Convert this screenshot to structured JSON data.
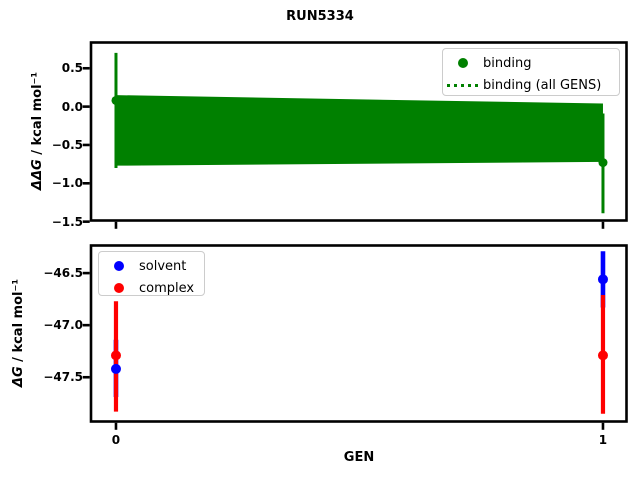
{
  "figure": {
    "title": "RUN5334",
    "background": "#ffffff",
    "text_color": "#000000"
  },
  "chart_data": [
    {
      "type": "errorbar",
      "name": "binding-plot",
      "ylabel_math": "ΔΔG",
      "ylabel_units": " / kcal mol⁻¹",
      "xlabel": "",
      "xlim": [
        -0.0513,
        1.0483
      ],
      "ylim": [
        -1.485,
        0.836
      ],
      "grid": false,
      "xticks": [
        {
          "v": 0,
          "label": ""
        },
        {
          "v": 1,
          "label": ""
        }
      ],
      "yticks": [
        {
          "v": 0.5,
          "label": "0.5"
        },
        {
          "v": 0.0,
          "label": "0.0"
        },
        {
          "v": -0.5,
          "label": "−0.5"
        },
        {
          "v": -1.0,
          "label": "−1.0"
        },
        {
          "v": -1.5,
          "label": "−1.5"
        }
      ],
      "band": {
        "label": "binding (all GENS)",
        "color": "#008000",
        "x": [
          0,
          1
        ],
        "upper": [
          0.15,
          0.04
        ],
        "lower": [
          -0.77,
          -0.72
        ]
      },
      "series": [
        {
          "name": "binding",
          "color": "#008000",
          "linewidth": 3,
          "markersize": 9,
          "points": [
            {
              "x": 0,
              "y": 0.08,
              "lo": -0.8,
              "hi": 0.7
            },
            {
              "x": 1,
              "y": -0.73,
              "lo": -1.39,
              "hi": -0.09
            }
          ]
        }
      ],
      "legend": {
        "position": "upper-right",
        "entries": [
          {
            "marker": "dot",
            "color": "#008000",
            "label": "binding"
          },
          {
            "marker": "dotted-line",
            "color": "#008000",
            "label": "binding (all GENS)"
          }
        ]
      }
    },
    {
      "type": "errorbar",
      "name": "dg-plot",
      "ylabel_math": "ΔG",
      "ylabel_units": " / kcal mol⁻¹",
      "xlabel": "GEN",
      "xlim": [
        -0.0513,
        1.0483
      ],
      "ylim": [
        -47.925,
        -46.235
      ],
      "grid": false,
      "xticks": [
        {
          "v": 0,
          "label": "0"
        },
        {
          "v": 1,
          "label": "1"
        }
      ],
      "yticks": [
        {
          "v": -46.5,
          "label": "−46.5"
        },
        {
          "v": -47.0,
          "label": "−47.0"
        },
        {
          "v": -47.5,
          "label": "−47.5"
        }
      ],
      "band": null,
      "series": [
        {
          "name": "solvent",
          "color": "#0000ff",
          "linewidth": 4.6,
          "markersize": 10,
          "points": [
            {
              "x": 0,
              "y": -47.42,
              "lo": -47.69,
              "hi": -47.14
            },
            {
              "x": 1,
              "y": -46.56,
              "lo": -46.83,
              "hi": -46.29
            }
          ]
        },
        {
          "name": "complex",
          "color": "#ff0000",
          "linewidth": 4.2,
          "markersize": 10,
          "points": [
            {
              "x": 0,
              "y": -47.29,
              "lo": -47.83,
              "hi": -46.77
            },
            {
              "x": 1,
              "y": -47.29,
              "lo": -47.85,
              "hi": -46.71
            }
          ]
        }
      ],
      "legend": {
        "position": "upper-left",
        "entries": [
          {
            "marker": "dot",
            "color": "#0000ff",
            "label": "solvent"
          },
          {
            "marker": "dot",
            "color": "#ff0000",
            "label": "complex"
          }
        ]
      }
    }
  ]
}
